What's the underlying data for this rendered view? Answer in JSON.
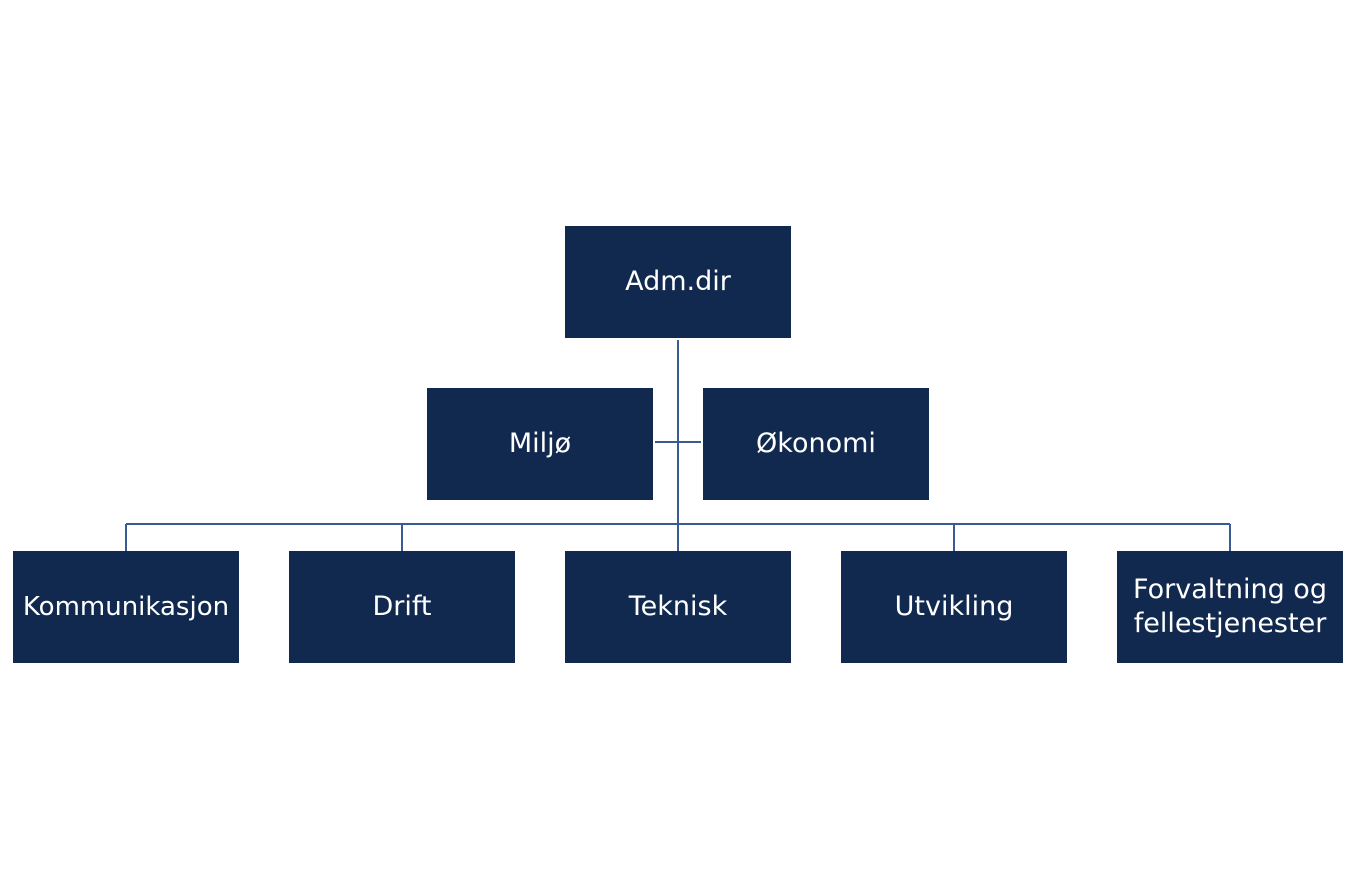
{
  "colors": {
    "box_fill": "#12294f",
    "box_text": "#ffffff",
    "connector": "#3a5a94"
  },
  "org": {
    "root": {
      "label": "Adm.dir"
    },
    "staff": [
      {
        "label": "Miljø"
      },
      {
        "label": "Økonomi"
      }
    ],
    "departments": [
      {
        "label": "Kommunikasjon"
      },
      {
        "label": "Drift"
      },
      {
        "label": "Teknisk"
      },
      {
        "label": "Utvikling"
      },
      {
        "label": "Forvaltning og\nfellestjenester"
      }
    ]
  }
}
